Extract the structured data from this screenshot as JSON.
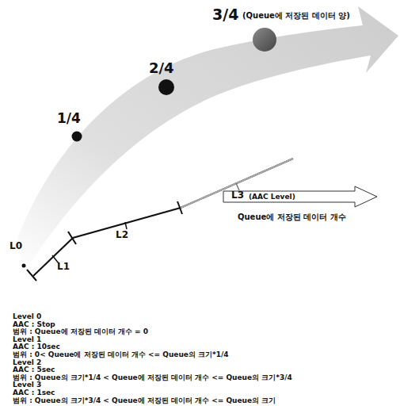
{
  "diagram": {
    "labels": [
      "1/4",
      "2/4",
      "3/4",
      "(Queue에 저장된 데이터 양)",
      "L0",
      "L1",
      "L2",
      "L3",
      "(AAC Level)",
      "Queue에 저장된 데이터 개수",
      "Level 0",
      "AAC : Stop",
      "범위 : Queue에 저장된 데이터 개수 = 0",
      "Level 1",
      "AAC : 10sec",
      "범위 : 0< Queue에 저장된 데이터 개수 <= Queue의 크기*1/4",
      "Level 2",
      "AAC : 5sec",
      "범위 : Queue의 크기*1/4 < Queue에 저장된 데이터 개수 <= Queue의 크기*3/4",
      "Level 3",
      "AAC : 1sec",
      "범위 : Queue의 크기*3/4 < Queue에 저장된 데이터 개수 <= Queue의 크기"
    ]
  }
}
